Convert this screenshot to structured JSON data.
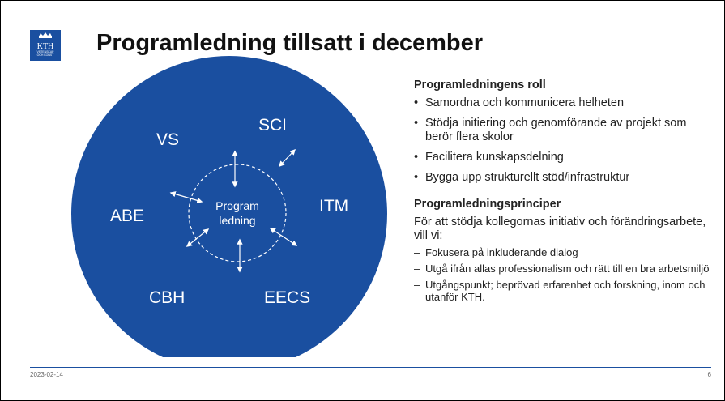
{
  "title": "Programledning tillsatt i december",
  "logo": {
    "text": "KTH",
    "subtext": [
      "VETENSKAP",
      "OCH KONST"
    ]
  },
  "diagram": {
    "schools": [
      "VS",
      "SCI",
      "ABE",
      "ITM",
      "CBH",
      "EECS"
    ],
    "center_lines": [
      "Program",
      "ledning"
    ],
    "colors": {
      "circle": "#1a4fa0",
      "text": "#ffffff"
    }
  },
  "role": {
    "heading": "Programledningens roll",
    "items": [
      "Samordna och kommunicera helheten",
      "Stödja initiering och genomförande av projekt som berör flera skolor",
      "Facilitera kunskapsdelning",
      "Bygga upp strukturellt stöd/infrastruktur"
    ]
  },
  "principles": {
    "heading": "Programledningsprinciper",
    "intro": "För att stödja kollegornas initiativ och förändringsarbete, vill vi:",
    "items": [
      "Fokusera på inkluderande dialog",
      "Utgå ifrån allas professionalism och rätt till en bra arbetsmiljö",
      "Utgångspunkt; beprövad erfarenhet och forskning, inom och utanför KTH."
    ]
  },
  "footer": {
    "date": "2023-02-14",
    "page": "6"
  }
}
